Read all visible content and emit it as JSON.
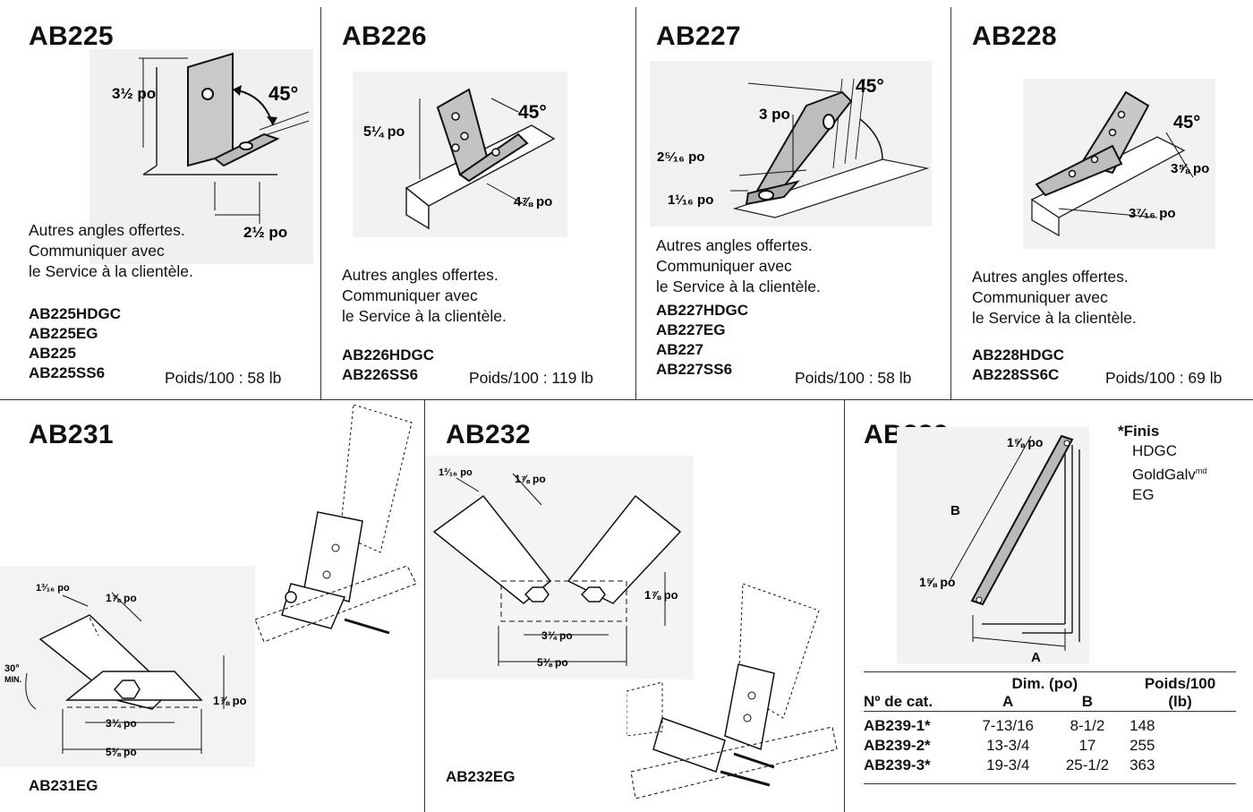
{
  "cells": {
    "ab225": {
      "title": "AB225",
      "note": [
        "Autres angles offertes.",
        "Communiquer avec",
        "le Service à la clientèle."
      ],
      "codes": [
        "AB225HDGC",
        "AB225EG",
        "AB225",
        "AB225SS6"
      ],
      "weight": "Poids/100 : 58 lb",
      "dims": {
        "height": "3½ po",
        "angle": "45°",
        "length": "2½ po"
      }
    },
    "ab226": {
      "title": "AB226",
      "note": [
        "Autres angles offertes.",
        "Communiquer avec",
        "le Service à la clientèle."
      ],
      "codes": [
        "AB226HDGC",
        "AB226SS6"
      ],
      "weight": "Poids/100 : 119 lb",
      "dims": {
        "height": "5¼ po",
        "angle": "45°",
        "length": "4⅞ po"
      }
    },
    "ab227": {
      "title": "AB227",
      "note": [
        "Autres angles offertes.",
        "Communiquer avec",
        "le Service à la clientèle."
      ],
      "codes": [
        "AB227HDGC",
        "AB227EG",
        "AB227",
        "AB227SS6"
      ],
      "weight": "Poids/100 : 58 lb",
      "dims": {
        "upper": "3 po",
        "angle": "45°",
        "mid": "2⁵⁄₁₆ po",
        "lower": "1¹⁄₁₆ po"
      }
    },
    "ab228": {
      "title": "AB228",
      "note": [
        "Autres angles offertes.",
        "Communiquer avec",
        "le Service à la clientèle."
      ],
      "codes": [
        "AB228HDGC",
        "AB228SS6C"
      ],
      "weight": "Poids/100 : 69 lb",
      "dims": {
        "angle": "45°",
        "height": "3⅝ po",
        "length": "3⁷⁄₁₆ po"
      }
    },
    "ab231": {
      "title": "AB231",
      "code": "AB231EG",
      "dims": {
        "a": "1³⁄₁₆ po",
        "b": "1⅞ po",
        "angle": "30°",
        "min": "MIN.",
        "c": "1⅞ po",
        "d": "3¾ po",
        "e": "5⅜ po"
      }
    },
    "ab232": {
      "title": "AB232",
      "code": "AB232EG",
      "dims": {
        "a": "1³⁄₁₆ po",
        "b": "1⅞ po",
        "c": "1⅞ po",
        "d": "3¾ po",
        "e": "5⅜ po"
      }
    },
    "ab239": {
      "title": "AB239",
      "dims": {
        "top": "1⅝ po",
        "bottom": "1⅝ po",
        "b": "B",
        "a": "A"
      },
      "finishes": {
        "title": "*Finis",
        "items": [
          "HDGC",
          "GoldGalv",
          "EG"
        ],
        "mark": "md"
      },
      "table": {
        "headers": {
          "cat": "Nº de cat.",
          "dim": "Dim. (po)",
          "a": "A",
          "b": "B",
          "weight_top": "Poids/100",
          "weight_bottom": "(lb)"
        },
        "rows": [
          {
            "cat": "AB239-1*",
            "a": "7-13/16",
            "b": "8-1/2",
            "w": "148"
          },
          {
            "cat": "AB239-2*",
            "a": "13-3/4",
            "b": "17",
            "w": "255"
          },
          {
            "cat": "AB239-3*",
            "a": "19-3/4",
            "b": "25-1/2",
            "w": "363"
          }
        ]
      }
    }
  }
}
